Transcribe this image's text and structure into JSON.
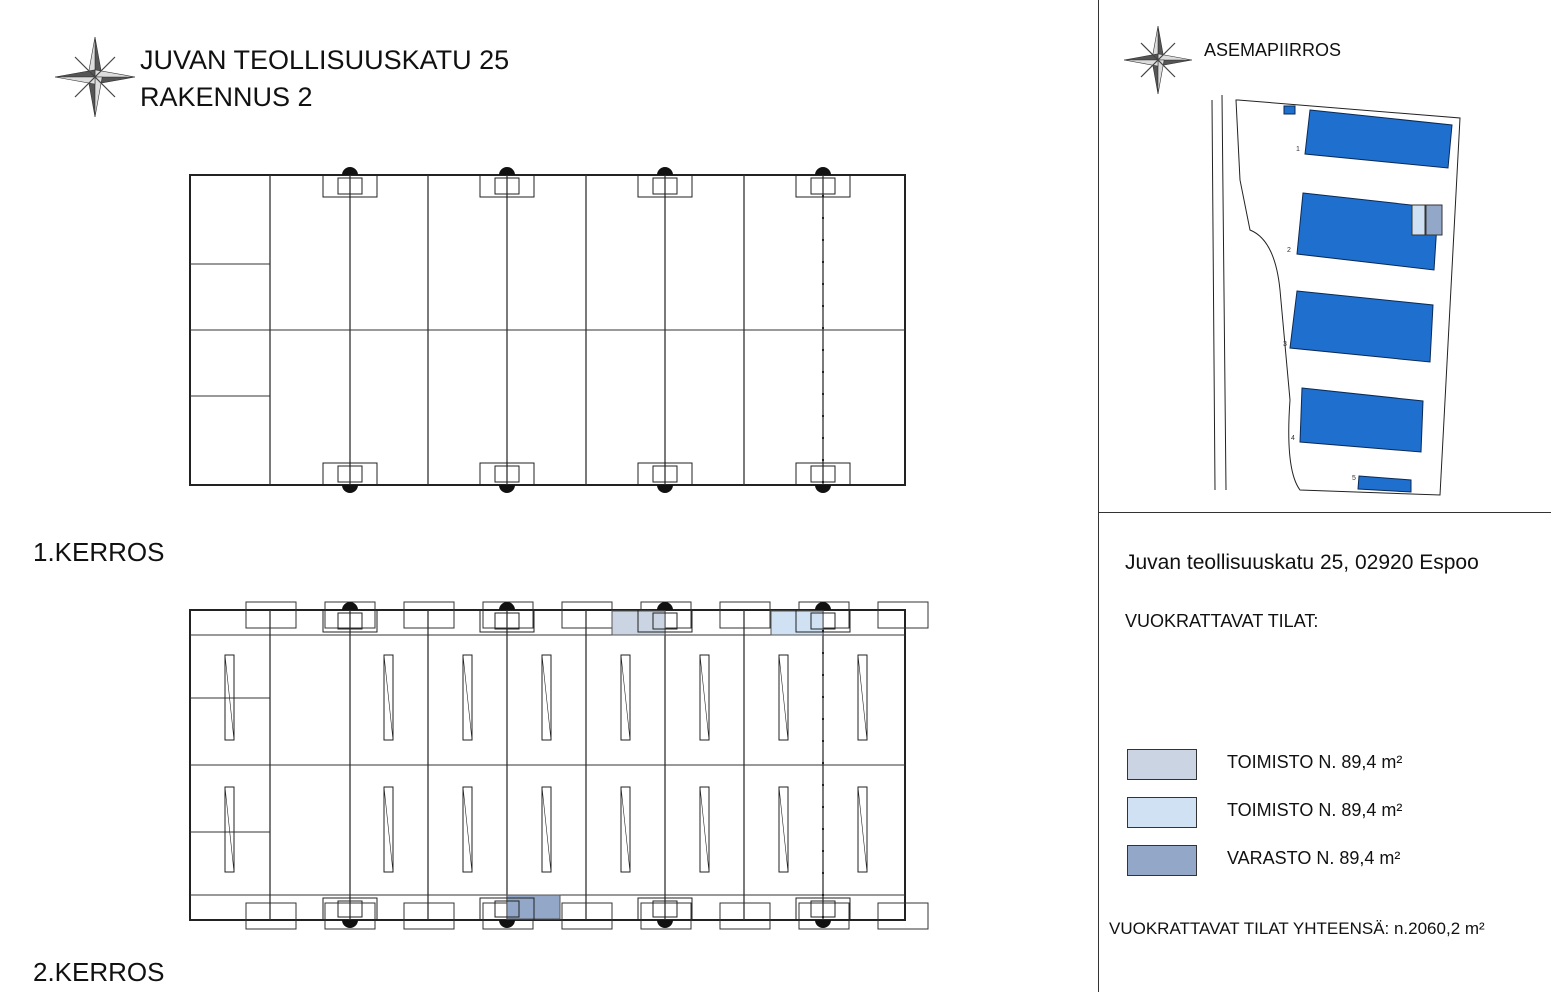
{
  "header": {
    "line1": "JUVAN TEOLLISUUSKATU 25",
    "line2": "RAKENNUS 2"
  },
  "floors": [
    {
      "label": "1.KERROS"
    },
    {
      "label": "2.KERROS"
    }
  ],
  "site_plan": {
    "title": "ASEMAPIIRROS",
    "building_numbers": [
      "1",
      "2",
      "3",
      "4",
      "5"
    ],
    "building_color": "#1f6fcf"
  },
  "info": {
    "address": "Juvan teollisuuskatu 25, 02920 Espoo",
    "heading": "VUOKRATTAVAT TILAT:",
    "legend": [
      {
        "label": "TOIMISTO N. 89,4 m²",
        "color": "#cbd4e2"
      },
      {
        "label": "TOIMISTO N. 89,4 m²",
        "color": "#cfe1f2"
      },
      {
        "label": "VARASTO N. 89,4 m²",
        "color": "#93a8c8"
      }
    ],
    "total": "VUOKRATTAVAT TILAT YHTEENSÄ: n.2060,2 m²"
  }
}
